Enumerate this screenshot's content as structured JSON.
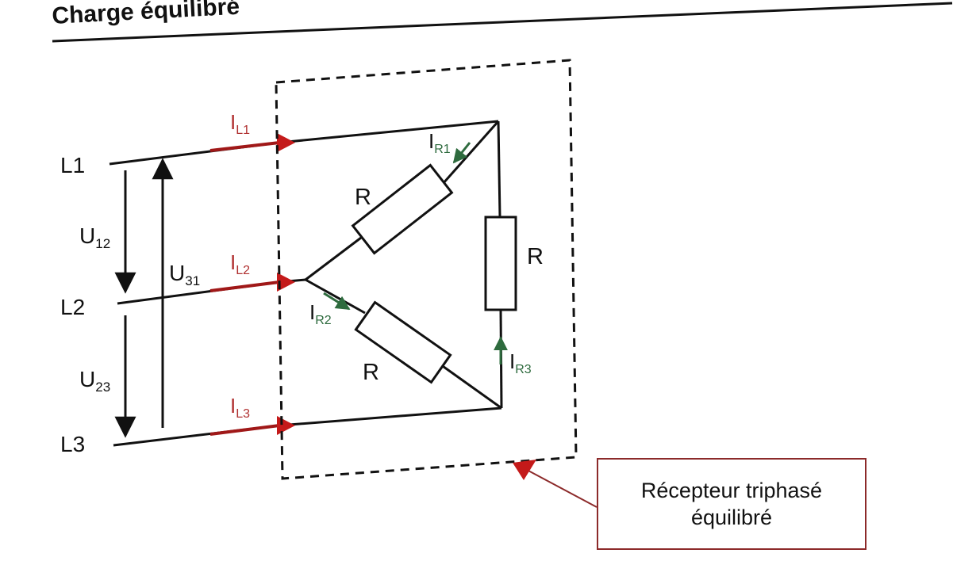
{
  "title": "Charge équilibré",
  "lines": {
    "l1": "L1",
    "l2": "L2",
    "l3": "L3"
  },
  "voltages": {
    "u12": {
      "main": "U",
      "sub": "12"
    },
    "u23": {
      "main": "U",
      "sub": "23"
    },
    "u31": {
      "main": "U",
      "sub": "31"
    }
  },
  "line_currents": {
    "il1": {
      "main": "I",
      "sub": "L1"
    },
    "il2": {
      "main": "I",
      "sub": "L2"
    },
    "il3": {
      "main": "I",
      "sub": "L3"
    }
  },
  "phase_currents": {
    "ir1": {
      "main": "I",
      "sub": "R1"
    },
    "ir2": {
      "main": "I",
      "sub": "R2"
    },
    "ir3": {
      "main": "I",
      "sub": "R3"
    }
  },
  "resistor_label": "R",
  "callout": {
    "line1": "Récepteur triphasé",
    "line2": "équilibré"
  },
  "colors": {
    "wire": "#111111",
    "line_current_arrow": "#c41a1a",
    "phase_current_arrow": "#2e6b3e",
    "callout_border": "#8c2a2a",
    "subscript_red": "#b03030",
    "subscript_green": "#2e6b3e"
  }
}
